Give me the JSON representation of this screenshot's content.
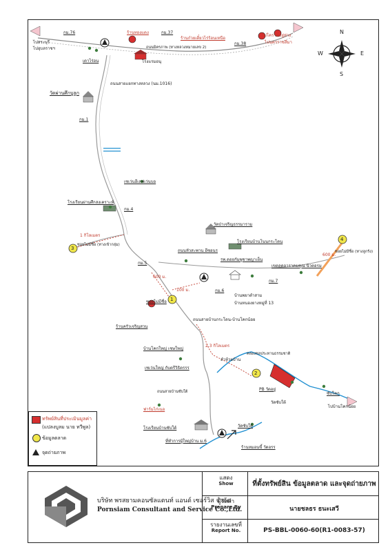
{
  "map": {
    "compass": {
      "n": "N",
      "s": "S",
      "e": "E",
      "w": "W"
    },
    "labels": {
      "to_saraburi": "ไปสระบุรี",
      "to_lopburi": "ไปอุบลราชฯ",
      "km_76": "กม.76",
      "shop_noodle": "ร้านทองแดง",
      "km_37": "กม.37",
      "school_top": "ร้านก๋วยเตี๋ยวไร่ร้อนเหนือ",
      "nong_bua": "ถนนมิตรภาพ (ทางหลวงหมายเลข 2)",
      "nong_bua2": "โรงแรมอนุ",
      "km_38": "กม.38",
      "to_bangkok1": "ไปนครราชสีมา",
      "to_bangkok2": "ไปโคราชอยู่ห่าง",
      "hut_top": "เตาไร่อน",
      "road_1016": "ถนนสายแยกทางหลวง (นม.1016)",
      "temple": "วัดผ่านศึกบูลูก",
      "km_1": "กม.1",
      "market": "เซเว่นอีเลฟเว่นบอ",
      "school_mid": "โรงเรียนผ่านศึกสงเคราะห์",
      "km_4": "กม.4",
      "dist_1km": "1 กิโลเมตร",
      "soi_left": "ซอยไม่มีชื่อ (ทางเข้ากลุ่ม)",
      "temple2": "วัดป่าเจริญธรรมาราม",
      "school2": "โรงเรียนบ้านโนนกระโดน",
      "km_5": "กม.5",
      "house_road": "ถนนหัวสะพาน อีซอนร",
      "community": "รพ.ดอยกัมพูชาพญาเย็น",
      "road_zone": "เขตลดอาราคมคุณ นิวตอรม",
      "dist_600": "600 ม.",
      "soi_right": "ซอยไม่มีชื่อ (ทางลูกรัง)",
      "km_7": "กม.7",
      "dist_100": "100 ม.",
      "km_6": "กม.6",
      "village": "บ้านพยาตำสาม",
      "village2": "บ้านหนองยางหมู่ที่ 13",
      "soi_mid": "ซอยไม่มีชื่อ",
      "road_main": "ถนนสายบ้านกระโดน-บ้านโคกน้อย",
      "shop_red": "ร้านครัวเจริญสวน",
      "dist_23km": "2.3 กิโลเมตร",
      "stream": "คลองชลประทานธรรมชาติ",
      "village3": "บ้านโคกใหญ่ เชษใหญ่",
      "river": "ลำห้วยบ้าน",
      "school3": "เซเว่นใหญ่ กับตรีวิธิตรรร",
      "pb": "PB วัดอยู่",
      "temple3": "วัดซับใต้",
      "school4": "ซับโคก",
      "to_right": "ไปบ้านโคกน้อย",
      "road_lower": "ถนนสายบ้านซับใต้",
      "house_red": "ฟาร์มไก่เนอ",
      "school5": "โรงเรียนบ้านซับใต้",
      "temple4": "วัดซับใต้",
      "village4": "ที่ทำการผู้ใหญ่บ้าน ม.6",
      "shop4": "ร้านหมอนขี้ วัดอรร",
      "pin_1": "1",
      "pin_2": "2",
      "pin_3": "3",
      "pin_4": "4"
    }
  },
  "legend": {
    "item1_line1": "ทรัพย์สินที่ประเมินมูลค่า",
    "item1_line2": "(แปลงบูลม นาย ทวีพูล)",
    "item2": "ข้อมูลตลาด",
    "item3": "จุดถ่ายภาพ"
  },
  "title_block": {
    "company_th": "บริษัท พรสยามคอนซัลแตนท์ แอนด์ เซอร์วิส จำกัด",
    "company_en": "Pornsiam Consultant and Service Co.,Ltd.",
    "show_th": "แสดง",
    "show_en": "Show",
    "show_value": "ที่ตั้งทรัพย์สิน ข้อมูลตลาด และจุดถ่ายภาพ",
    "prepare_th": "ผู้จัดทำ",
    "prepare_en": "Prepare By",
    "prepare_value": "นายชลธร ธนะเสวี",
    "report_th": "รายงานเลขที่",
    "report_en": "Report No.",
    "report_value": "PS-BBL-0060-60(R1-0083-57)"
  },
  "colors": {
    "subject": "#d62f2f",
    "market": "#f1e74a",
    "river": "#1f8fd1",
    "distance": "#c0392b",
    "road_highlight": "#f2a15a"
  }
}
